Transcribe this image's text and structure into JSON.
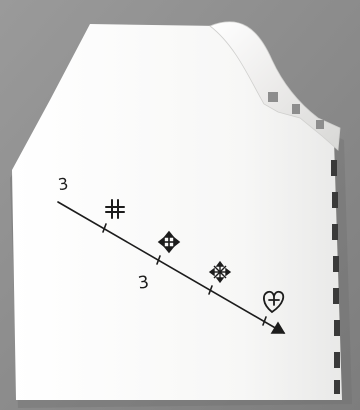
{
  "photo": {
    "background_color": "#8f8f8f",
    "paper_color": "#fbfbfa",
    "ink_color": "#1c1c1c"
  },
  "number_line": {
    "labels": [
      {
        "name": "label-partial-left",
        "text": "3"
      },
      {
        "name": "label-three",
        "text": "3"
      }
    ],
    "symbols": [
      {
        "name": "double-cross-symbol-icon"
      },
      {
        "name": "four-arrow-cross-symbol-icon"
      },
      {
        "name": "multi-arrow-cross-symbol-icon"
      },
      {
        "name": "heart-with-cross-symbol-icon"
      }
    ]
  }
}
